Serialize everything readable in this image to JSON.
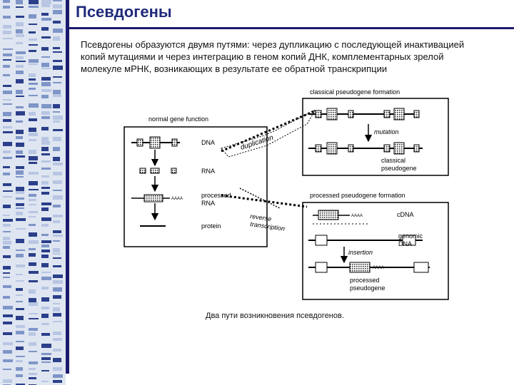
{
  "slide": {
    "title": "Псевдогены",
    "intro": "Псевдогены образуются двумя путями: через дупликацию с последующей инактивацией копий мутациями и через интеграцию в геном копий ДНК, комплементарных зрелой молекуле мРНК, возникающих в результате ее обратной транскрипции",
    "caption": "Два пути возникновения псевдогенов."
  },
  "diagram": {
    "normal_title": "normal gene function",
    "normal_dna": "DNA",
    "normal_rna": "RNA",
    "normal_processed_rna_1": "processed",
    "normal_processed_rna_2": "RNA",
    "normal_protein": "protein",
    "polya": "AAAA",
    "duplication": "duplication",
    "reverse_transcription_1": "reverse",
    "reverse_transcription_2": "transcription",
    "classical_title": "classical pseudogene formation",
    "mutation": "mutation",
    "classical_pseudogene_1": "classical",
    "classical_pseudogene_2": "pseudogene",
    "processed_title": "processed pseudogene formation",
    "cdna": "cDNA",
    "genomic_dna_1": "genomic",
    "genomic_dna_2": "DNA",
    "insertion": "insertion",
    "processed_pseudogene_1": "processed",
    "processed_pseudogene_2": "pseudogene"
  },
  "colors": {
    "accent": "#1a1a6e",
    "title": "#1f2a7a",
    "stripe": "#dfe6f1"
  }
}
